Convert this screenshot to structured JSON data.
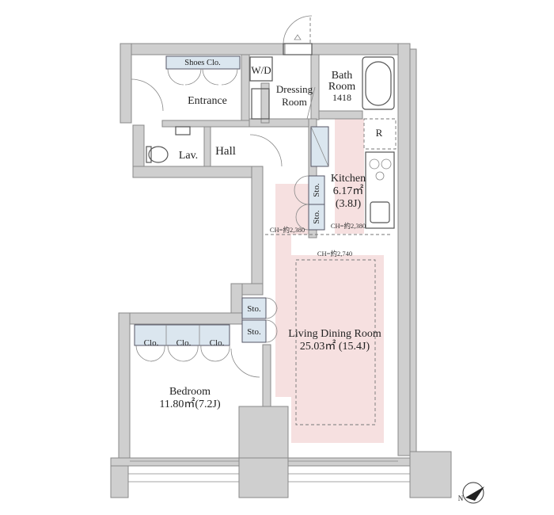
{
  "rooms": {
    "shoes_closet": "Shoes Clo.",
    "wd": "W/D",
    "bath_name": "Bath",
    "bath_room": "Room",
    "bath_size": "1418",
    "dressing": "Dressing",
    "dressing_room": "Room",
    "entrance": "Entrance",
    "refrigerator": "R",
    "lav": "Lav.",
    "hall": "Hall",
    "kitchen_name": "Kitchen",
    "kitchen_area": "6.17㎡",
    "kitchen_tatami": "(3.8J)",
    "storage_1": "Sto.",
    "storage_2": "Sto.",
    "storage_3": "Sto.",
    "storage_4": "Sto.",
    "closet_1": "Clo.",
    "closet_2": "Clo.",
    "closet_3": "Clo.",
    "living_name": "Living Dining Room",
    "living_area": "25.03㎡ (15.4J)",
    "bedroom_name": "Bedroom",
    "bedroom_area": "11.80㎡(7.2J)"
  },
  "ceiling_heights": {
    "ch_hall": "CH=約2,380",
    "ch_kitchen": "CH=約2,380",
    "ch_living": "CH=約2,740"
  },
  "compass": {
    "marker": "N"
  }
}
